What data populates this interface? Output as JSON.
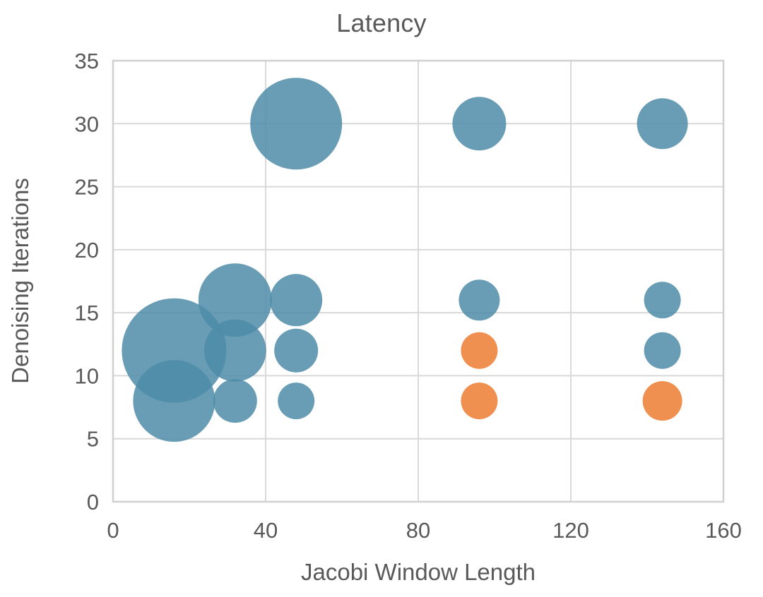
{
  "chart": {
    "title": "Latency",
    "xlabel": "Jacobi Window Length",
    "ylabel": "Denoising Iterations"
  },
  "colors": {
    "series_blue": "#4E8CA8",
    "series_orange": "#ED7D31",
    "gridline": "#D9D9D9",
    "text": "#595959",
    "background": "#FFFFFF"
  },
  "chart_data": {
    "type": "scatter",
    "subtype": "bubble",
    "title": "Latency",
    "xlabel": "Jacobi Window Length",
    "ylabel": "Denoising Iterations",
    "xlim": [
      0,
      160
    ],
    "ylim": [
      0,
      35
    ],
    "xticks": [
      0,
      40,
      80,
      120,
      160
    ],
    "yticks": [
      0,
      5,
      10,
      15,
      20,
      25,
      30,
      35
    ],
    "grid": true,
    "legend": "none",
    "bubble_opacity": 0.85,
    "series": [
      {
        "name": "blue",
        "color": "#4E8CA8",
        "points": [
          {
            "x": 16,
            "y": 12,
            "size": 74
          },
          {
            "x": 16,
            "y": 8,
            "size": 58
          },
          {
            "x": 32,
            "y": 16,
            "size": 52
          },
          {
            "x": 32,
            "y": 12,
            "size": 44
          },
          {
            "x": 32,
            "y": 8,
            "size": 31
          },
          {
            "x": 48,
            "y": 16,
            "size": 37
          },
          {
            "x": 48,
            "y": 12,
            "size": 31
          },
          {
            "x": 48,
            "y": 8,
            "size": 26
          },
          {
            "x": 48,
            "y": 30,
            "size": 65
          },
          {
            "x": 96,
            "y": 30,
            "size": 38
          },
          {
            "x": 96,
            "y": 16,
            "size": 29
          },
          {
            "x": 144,
            "y": 30,
            "size": 36
          },
          {
            "x": 144,
            "y": 16,
            "size": 26
          },
          {
            "x": 144,
            "y": 12,
            "size": 26
          }
        ]
      },
      {
        "name": "orange",
        "color": "#ED7D31",
        "points": [
          {
            "x": 96,
            "y": 12,
            "size": 26
          },
          {
            "x": 96,
            "y": 8,
            "size": 26
          },
          {
            "x": 144,
            "y": 8,
            "size": 28
          }
        ]
      }
    ]
  }
}
